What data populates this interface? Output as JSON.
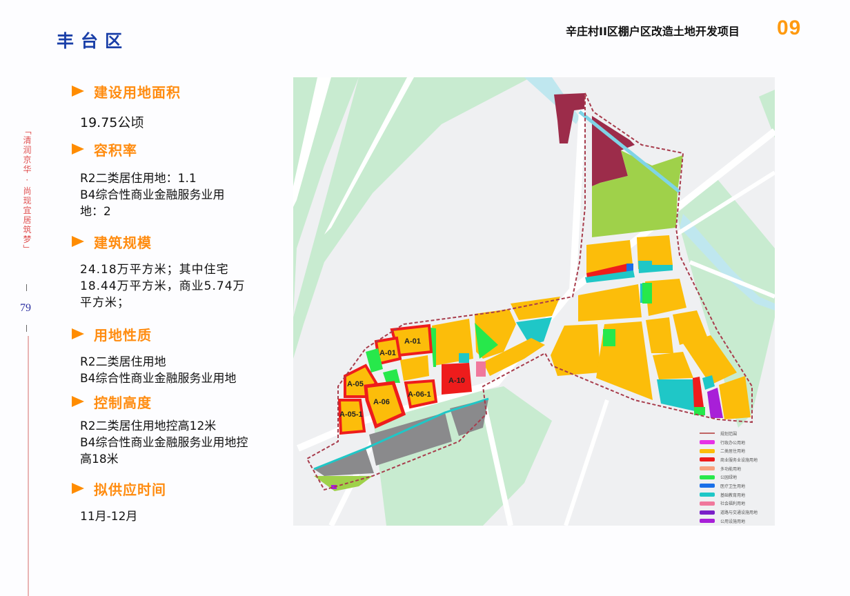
{
  "header": {
    "district": "丰台区",
    "project_title": "辛庄村II区棚户区改造土地开发项目",
    "page_number": "09"
  },
  "sidebar": {
    "motto": "「清润京华 · 尚现宜居筑梦」",
    "page_number": "79"
  },
  "sections": [
    {
      "title": "建设用地面积",
      "body": "19.75公顷"
    },
    {
      "title": "容积率",
      "body": "R2二类居住用地：1.1\nB4综合性商业金融服务业用\n地：2"
    },
    {
      "title": "建筑规模",
      "body": "24.18万平方米；其中住宅\n18.44万平方米，商业5.74万\n平方米；"
    },
    {
      "title": "用地性质",
      "body": "R2二类居住用地\nB4综合性商业金融服务业用地"
    },
    {
      "title": "控制高度",
      "body": "R2二类居住用地控高12米\nB4综合性商业金融服务业用地控\n高18米"
    },
    {
      "title": "拟供应时间",
      "body": "11月-12月"
    }
  ],
  "colors": {
    "accent_orange": "#ff8c10",
    "district_blue": "#1a3fa8",
    "residential": "#fcbd0a",
    "commercial": "#ee1c1c",
    "green_space": "#27e84b",
    "infrastructure": "#1fc7c7",
    "transport": "#8a8a8c",
    "maroon": "#9c2c4a",
    "lime": "#9fd14a"
  },
  "map": {
    "parcel_labels": [
      "A-01",
      "A-01",
      "A-05",
      "A-05-1",
      "A-06",
      "A-06-1",
      "A-10"
    ],
    "legend": [
      {
        "label": "规划范围",
        "color": "#c06464",
        "type": "line"
      },
      {
        "label": "行政办公用地",
        "color": "#e632e6",
        "type": "swatch"
      },
      {
        "label": "二类居住用地",
        "color": "#fcbd0a",
        "type": "swatch"
      },
      {
        "label": "商业服务业设施用地",
        "color": "#ee1c1c",
        "type": "swatch"
      },
      {
        "label": "多功能用地",
        "color": "#f7a07e",
        "type": "swatch"
      },
      {
        "label": "公园绿地",
        "color": "#27e84b",
        "type": "swatch"
      },
      {
        "label": "医疗卫生用地",
        "color": "#1a6fe8",
        "type": "swatch"
      },
      {
        "label": "基础教育用地",
        "color": "#1fc7c7",
        "type": "swatch"
      },
      {
        "label": "社会福利用地",
        "color": "#f0789c",
        "type": "swatch"
      },
      {
        "label": "道路与交通设施用地",
        "color": "#7a1fc8",
        "type": "swatch"
      },
      {
        "label": "公用设施用地",
        "color": "#a81fd8",
        "type": "swatch"
      }
    ]
  }
}
